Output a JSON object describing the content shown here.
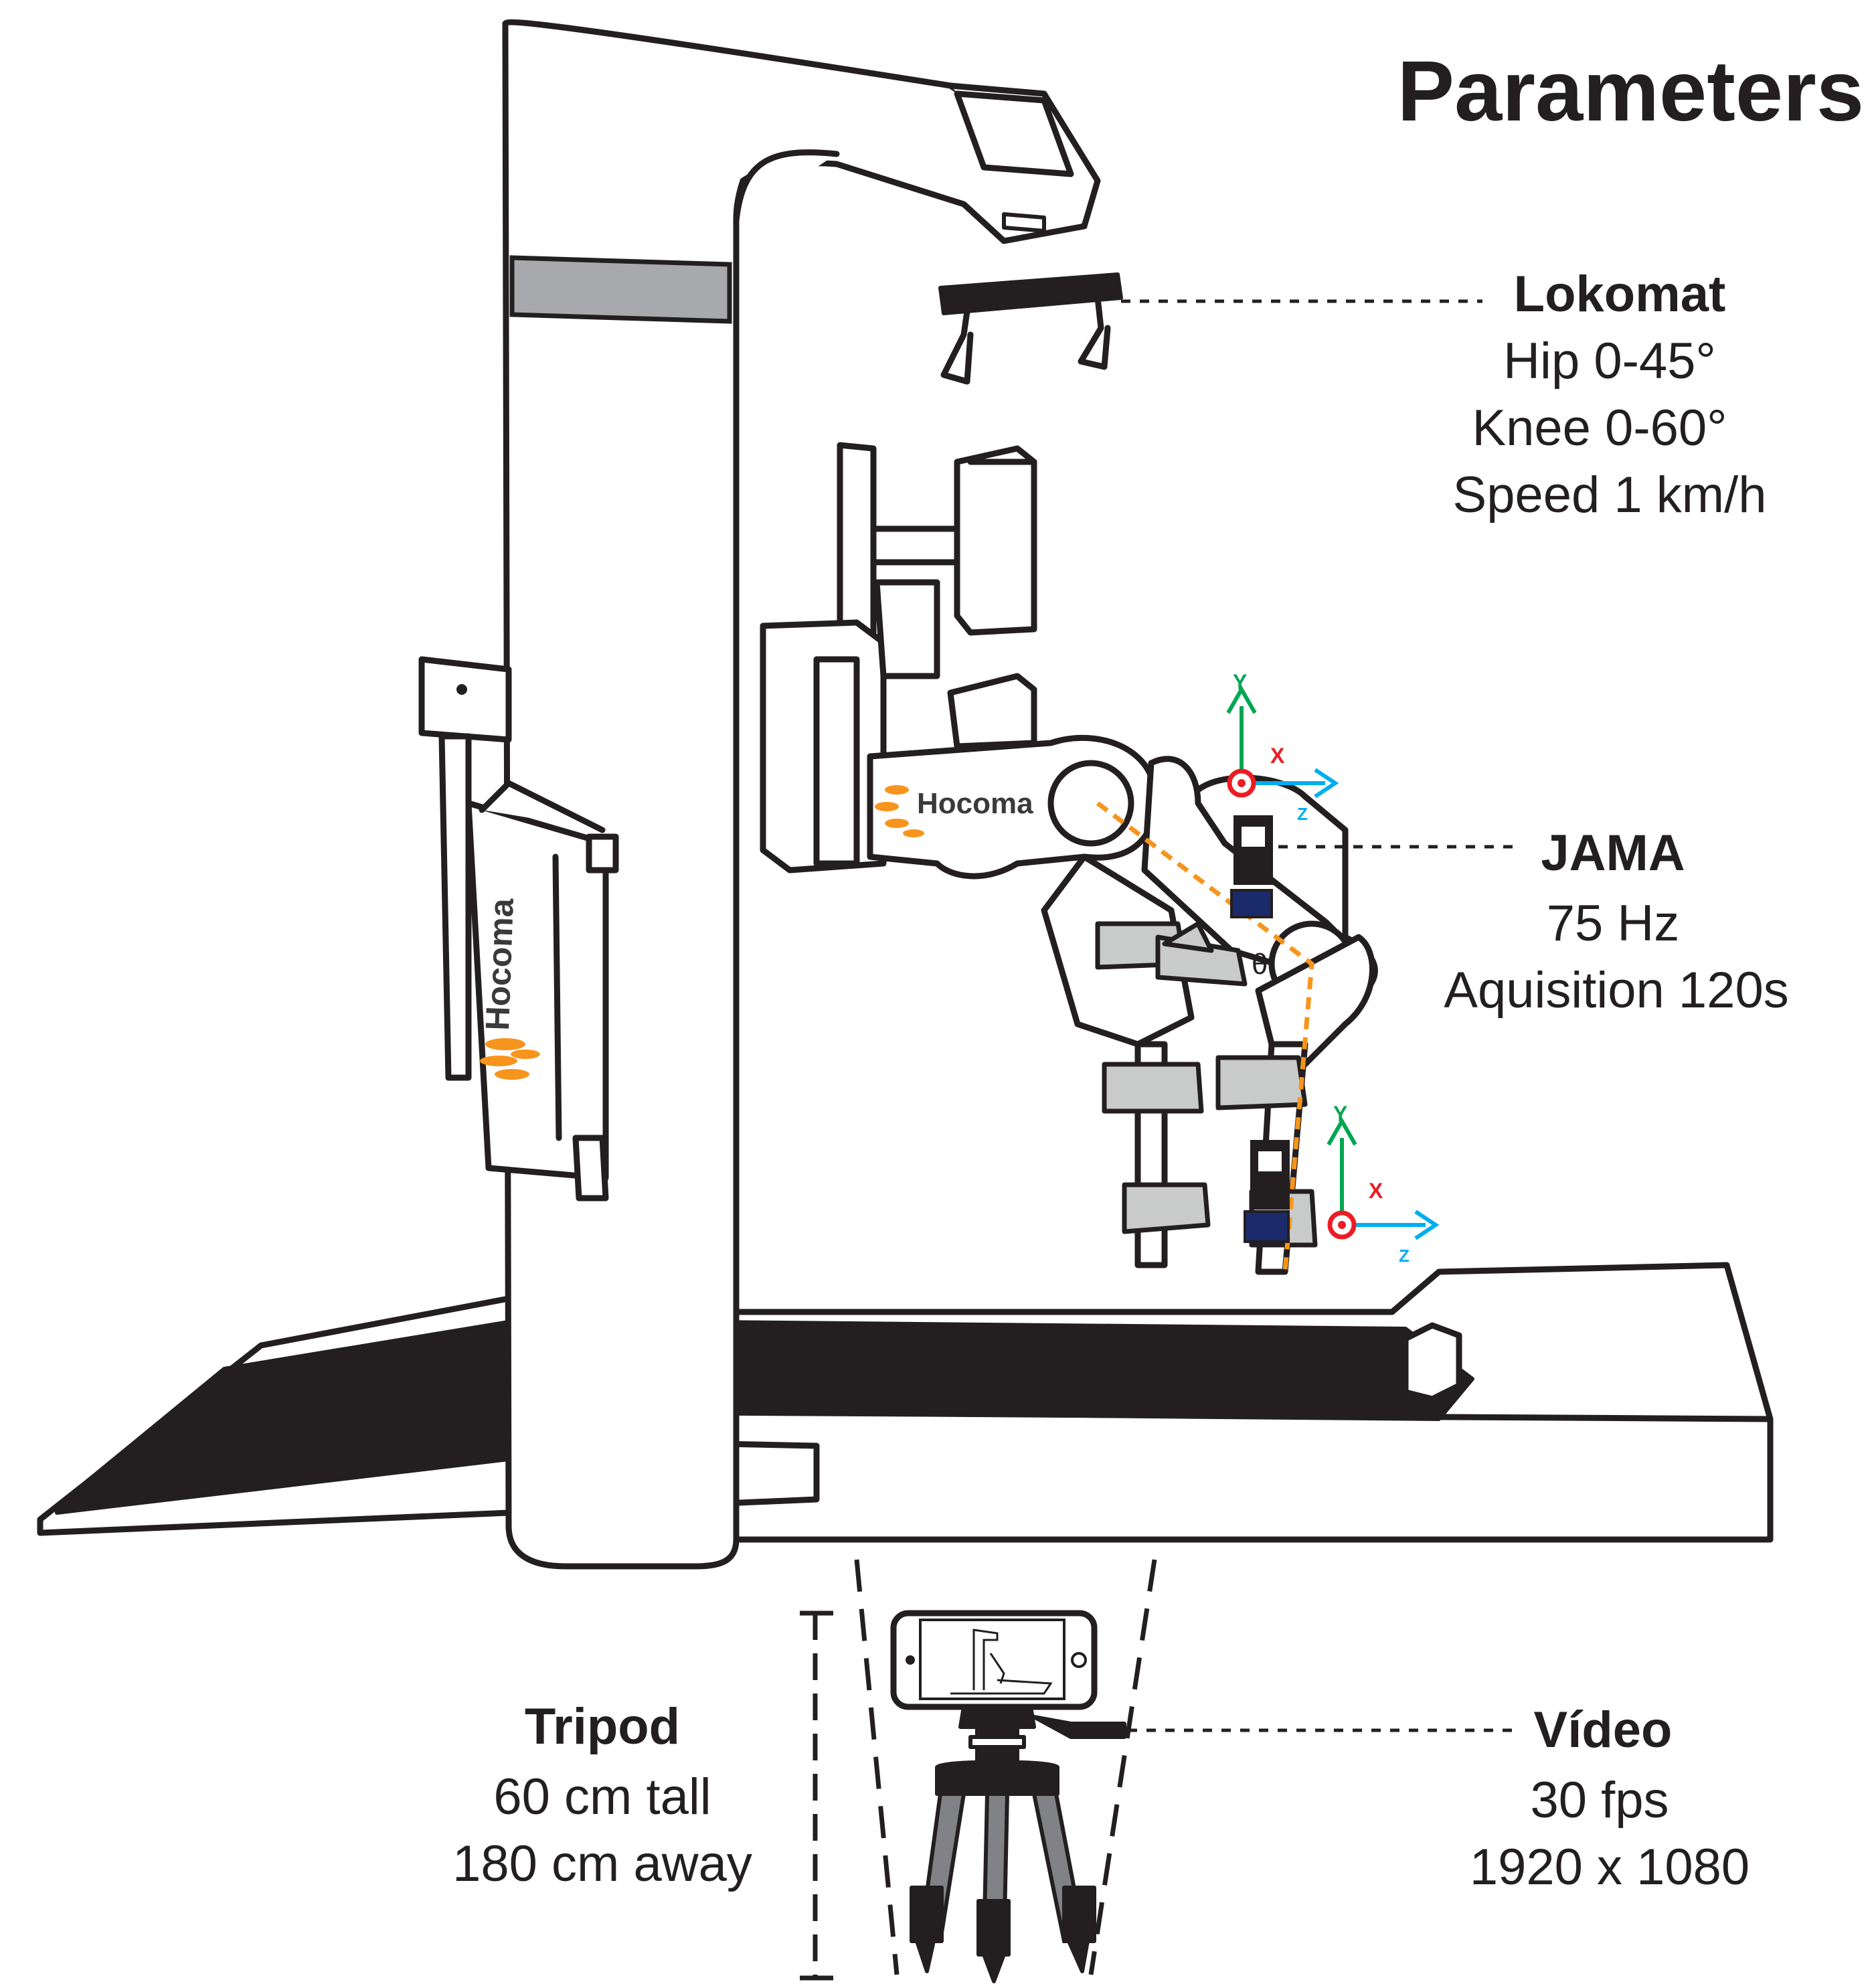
{
  "title": "Parameters",
  "lokomat": {
    "heading": "Lokomat",
    "lines": [
      "Hip 0-45°",
      "Knee 0-60°",
      "Speed 1 km/h"
    ]
  },
  "jama": {
    "heading": "JAMA",
    "lines": [
      "75 Hz",
      "Aquisition 120s"
    ]
  },
  "tripod": {
    "heading": "Tripod",
    "lines": [
      "60 cm tall",
      "180 cm away"
    ]
  },
  "video": {
    "heading": "Vídeo",
    "lines": [
      "30 fps",
      "1920 x 1080"
    ]
  },
  "brand": "Hocoma",
  "angle_symbol": "θ",
  "axes": {
    "y": "Y",
    "x": "X",
    "z": "Z"
  },
  "colors": {
    "ink": "#231f20",
    "axis_y": "#00a651",
    "axis_x": "#ed1c24",
    "axis_z": "#00aeef",
    "orthosis_line": "#f7941d",
    "strap": "#a7a9ac",
    "logo_swirl": "#f7941d"
  }
}
